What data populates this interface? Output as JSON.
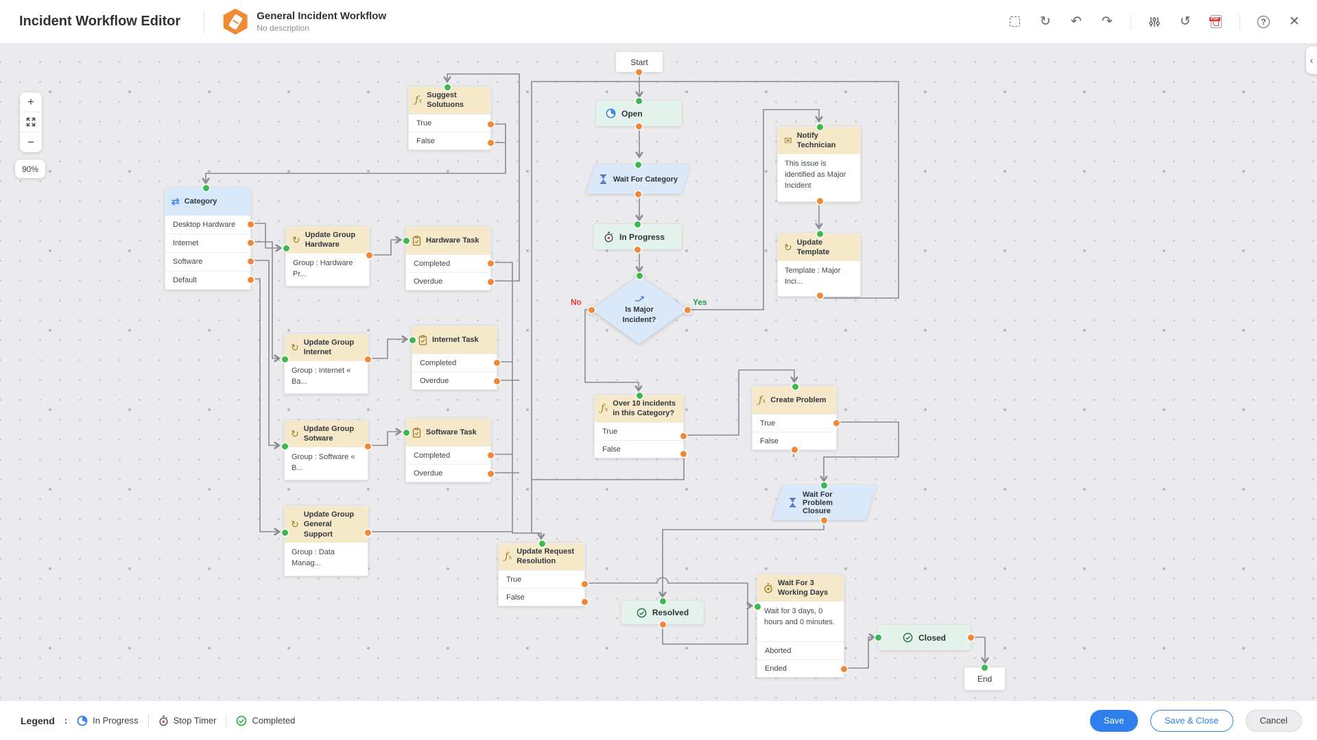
{
  "header": {
    "app_title": "Incident Workflow Editor",
    "workflow_name": "General Incident Workflow",
    "workflow_description": "No description",
    "toolbar_icons": [
      "marquee-select-icon",
      "refresh-icon",
      "undo-icon",
      "redo-icon",
      "slider-settings-icon",
      "history-icon",
      "export-pdf-icon",
      "help-icon",
      "close-icon"
    ]
  },
  "canvas": {
    "zoom_level": "90%",
    "zoom_in": "+",
    "zoom_out": "−",
    "controls": [
      "zoom-in",
      "fit-to-screen",
      "zoom-out"
    ],
    "collapse_chevron": "‹"
  },
  "nodes": {
    "start": {
      "label": "Start"
    },
    "open": {
      "label": "Open",
      "icon": "clock-icon"
    },
    "wait_for_category": {
      "label": "Wait For Category",
      "icon": "hourglass-icon"
    },
    "in_progress": {
      "label": "In Progress",
      "icon": "stopwatch-icon"
    },
    "is_major_incident": {
      "label": "Is Major Incident?",
      "icon": "decision-icon",
      "no_label": "No",
      "yes_label": "Yes"
    },
    "suggest_solutions": {
      "title": "Suggest Solutuons",
      "icon": "function-icon",
      "outputs": [
        "True",
        "False"
      ]
    },
    "category": {
      "title": "Category",
      "icon": "switch-arrows-icon",
      "options": [
        "Desktop Hardware",
        "Internet",
        "Software",
        "Default"
      ]
    },
    "update_group_hardware": {
      "title": "Update Group Hardware",
      "icon": "sync-icon",
      "detail": "Group : Hardware Pr..."
    },
    "hardware_task": {
      "title": "Hardware Task",
      "icon": "task-icon",
      "outputs": [
        "Completed",
        "Overdue"
      ]
    },
    "update_group_internet": {
      "title": "Update Group Internet",
      "icon": "sync-icon",
      "detail": "Group : Internet « Ba..."
    },
    "internet_task": {
      "title": "Internet Task",
      "icon": "task-icon",
      "outputs": [
        "Completed",
        "Overdue"
      ]
    },
    "update_group_sotware": {
      "title": "Update Group Sotware",
      "icon": "sync-icon",
      "detail": "Group : Software « B..."
    },
    "software_task": {
      "title": "Software Task",
      "icon": "task-icon",
      "outputs": [
        "Completed",
        "Overdue"
      ]
    },
    "update_group_general_support": {
      "title": "Update Group General Support",
      "icon": "sync-icon",
      "detail": "Group : Data Manag..."
    },
    "notify_technician": {
      "title": "Notify Technician",
      "icon": "mail-icon",
      "detail": "This issue is identified as Major Incident"
    },
    "update_template": {
      "title": "Update Template",
      "icon": "sync-icon",
      "detail": "Template : Major Inci..."
    },
    "over_10_incidents": {
      "title": "Over 10 incidents in this Category?",
      "icon": "function-icon",
      "outputs": [
        "True",
        "False"
      ]
    },
    "create_problem": {
      "title": "Create Problem",
      "icon": "function-icon",
      "outputs": [
        "True",
        "False"
      ]
    },
    "wait_for_problem_closure": {
      "label": "Wait For Problem Closure",
      "icon": "hourglass-icon"
    },
    "update_request_resolution": {
      "title": "Update Request Resolution",
      "icon": "function-icon",
      "outputs": [
        "True",
        "False"
      ]
    },
    "resolved": {
      "label": "Resolved",
      "icon": "check-circle-icon"
    },
    "wait_for_3_working_days": {
      "title": "Wait For 3 Working Days",
      "icon": "stopwatch-icon",
      "detail": "Wait for 3 days, 0 hours and 0 minutes.",
      "outputs": [
        "Aborted",
        "Ended"
      ]
    },
    "closed": {
      "label": "Closed",
      "icon": "check-circle-icon"
    },
    "end": {
      "label": "End"
    }
  },
  "footer": {
    "legend_label": "Legend",
    "legend_separator": ":",
    "items": [
      {
        "label": "In Progress",
        "icon": "clock-icon"
      },
      {
        "label": "Stop Timer",
        "icon": "stopwatch-icon"
      },
      {
        "label": "Completed",
        "icon": "check-circle-icon"
      }
    ],
    "buttons": [
      {
        "label": "Save"
      },
      {
        "label": "Save & Close"
      },
      {
        "label": "Cancel"
      }
    ]
  },
  "colors": {
    "accent_blue": "#2f80ed",
    "header_tan": "#f5e9ca",
    "header_blue": "#d7e8fb",
    "status_mint": "#e4f2ec",
    "shape_blue": "#d9e9fa",
    "connector_gray": "#868b92",
    "port_orange": "#f0883a",
    "port_green": "#3cb84c",
    "yes_green": "#1d9e4f",
    "no_red": "#e33f3f"
  }
}
